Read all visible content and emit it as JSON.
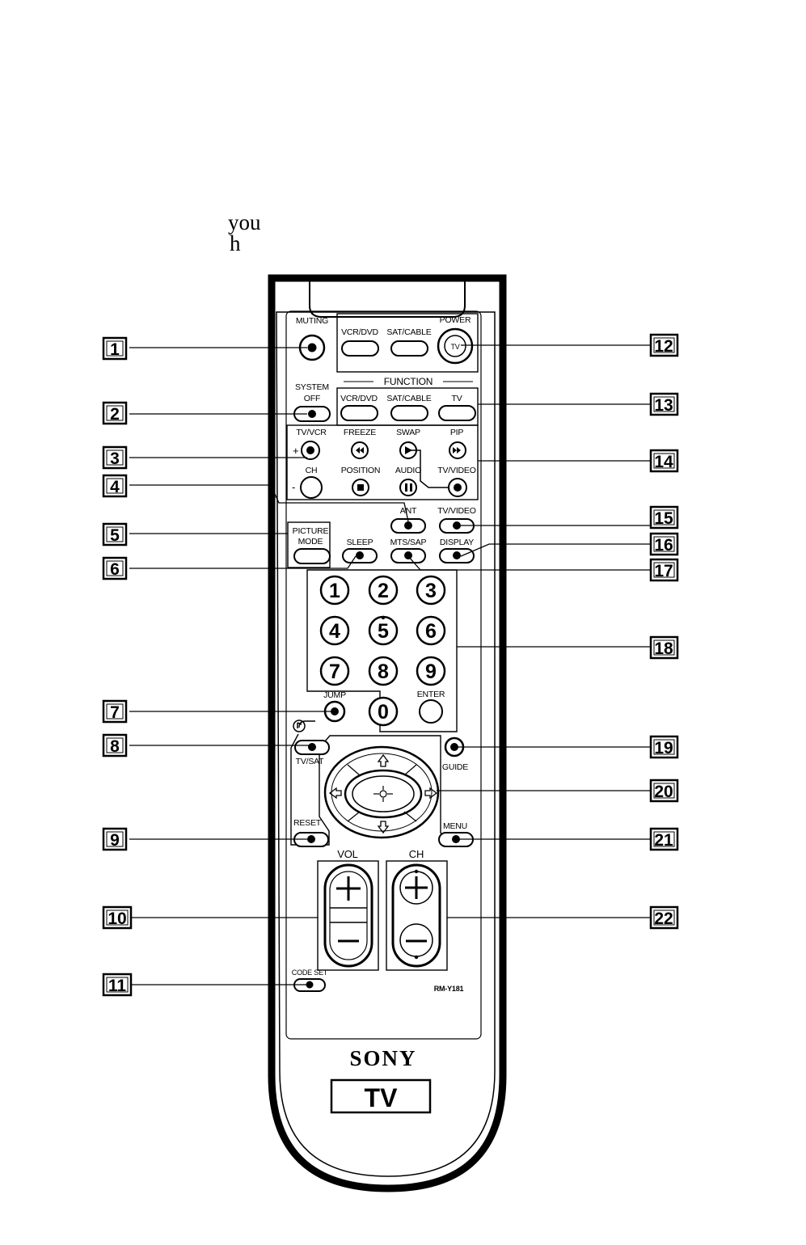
{
  "text_fragments": [
    "you",
    "h"
  ],
  "remote": {
    "model": "RM-Y181",
    "brand": "SONY",
    "device_label": "TV",
    "labels": {
      "muting": "MUTING",
      "power": "POWER",
      "vcr_dvd_top": "VCR/DVD",
      "sat_cable_top": "SAT/CABLE",
      "power_tv": "TV",
      "system_off_1": "SYSTEM",
      "system_off_2": "OFF",
      "function": "FUNCTION",
      "vcr_dvd_fn": "VCR/DVD",
      "sat_cable_fn": "SAT/CABLE",
      "tv_fn": "TV",
      "tv_vcr": "TV/VCR",
      "freeze": "FREEZE",
      "swap": "SWAP",
      "pip": "PIP",
      "ch_small": "CH",
      "position": "POSITION",
      "audio": "AUDIO",
      "tv_video_pip": "TV/VIDEO",
      "ant": "ANT",
      "tv_video": "TV/VIDEO",
      "picture_1": "PICTURE",
      "picture_2": "MODE",
      "sleep": "SLEEP",
      "mts_sap": "MTS/SAP",
      "display": "DISPLAY",
      "jump": "JUMP",
      "enter": "ENTER",
      "tv_sat": "TV/SAT",
      "guide": "GUIDE",
      "reset": "RESET",
      "menu": "MENU",
      "vol": "VOL",
      "ch": "CH",
      "code_set": "CODE SET",
      "plus": "+",
      "minus": "-"
    },
    "digits": [
      "1",
      "2",
      "3",
      "4",
      "5",
      "6",
      "7",
      "8",
      "9",
      "0"
    ]
  },
  "callouts": [
    "1",
    "2",
    "3",
    "4",
    "5",
    "6",
    "7",
    "8",
    "9",
    "10",
    "11",
    "12",
    "13",
    "14",
    "15",
    "16",
    "17",
    "18",
    "19",
    "20",
    "21",
    "22"
  ]
}
